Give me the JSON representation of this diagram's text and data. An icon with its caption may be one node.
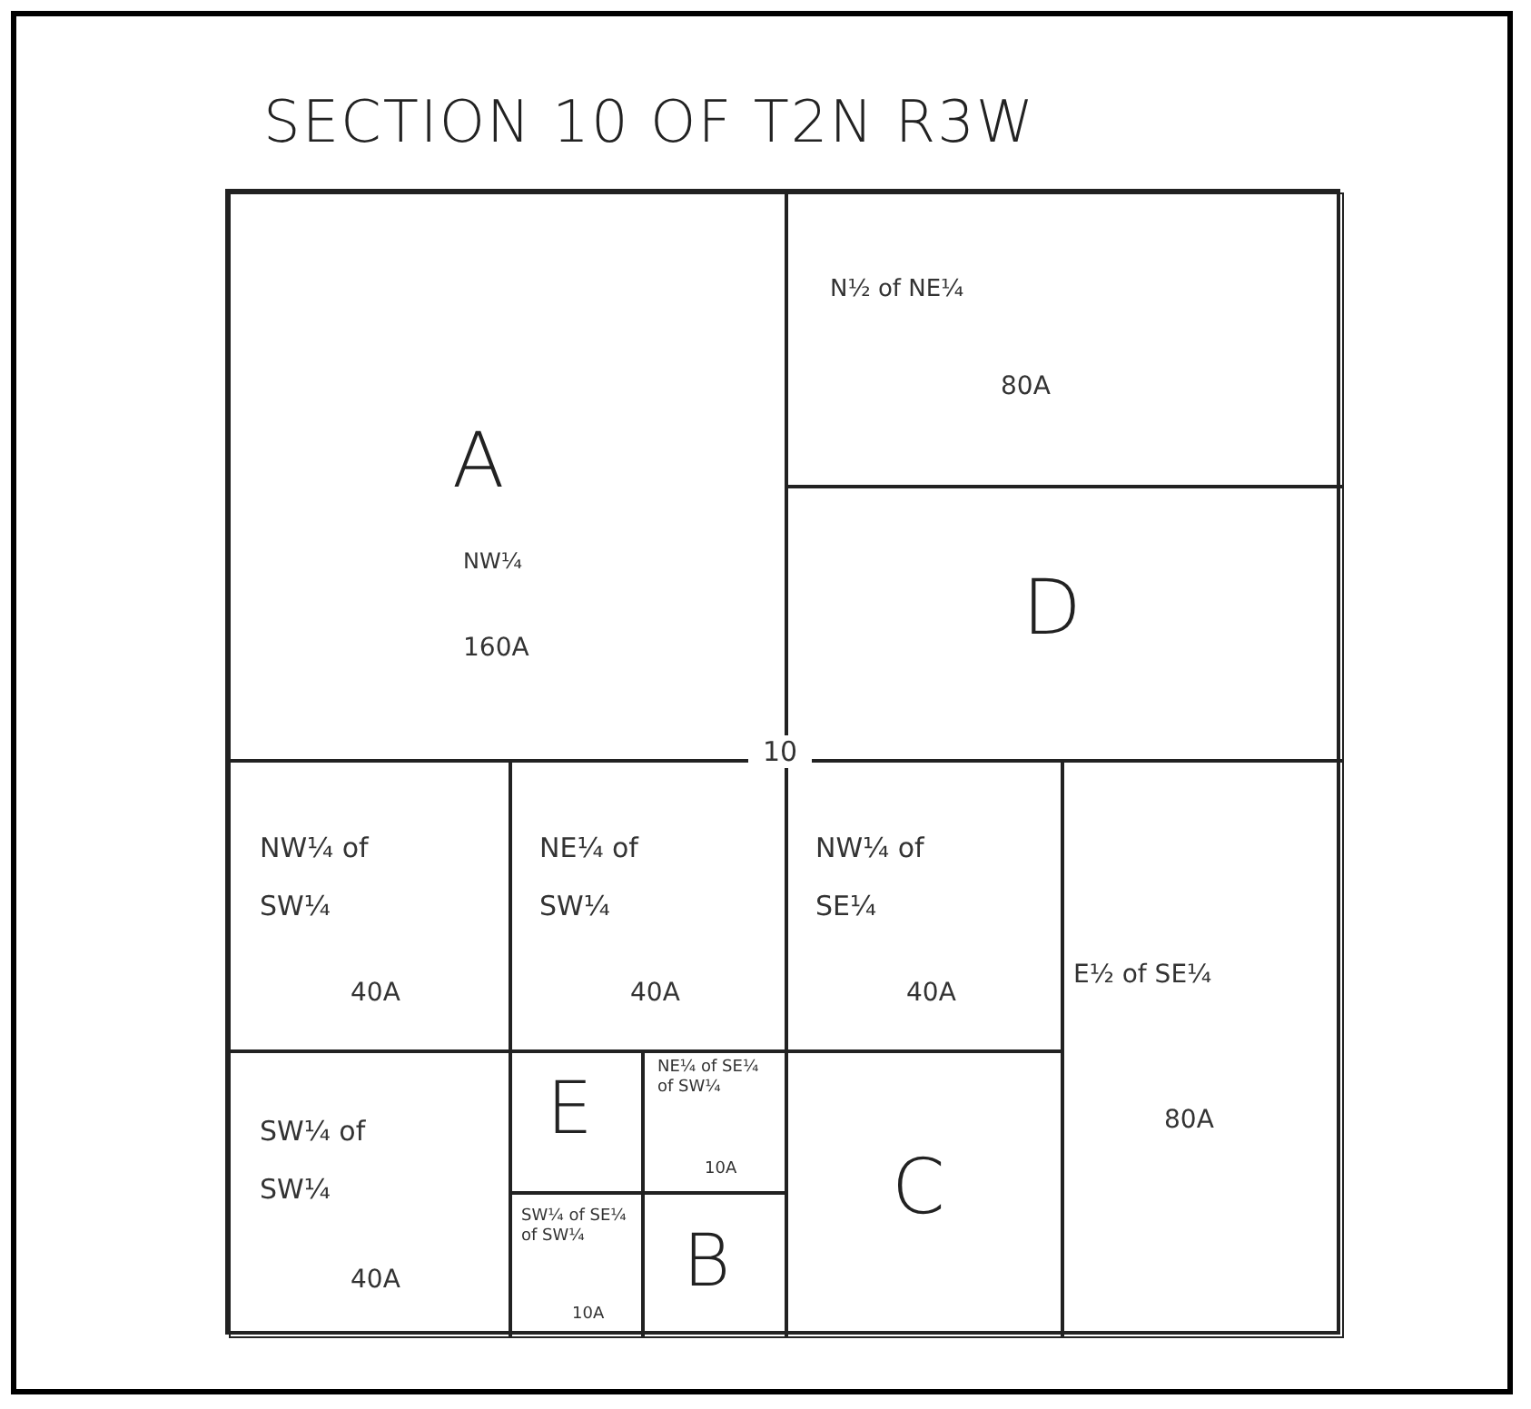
{
  "diagram": {
    "title": "SECTION 10 OF T2N R3W",
    "nodes": [
      {
        "text": [
          "A",
          "NW¼",
          "160A"
        ]
      },
      {
        "text": [
          "N½ of NE¼",
          "80A"
        ]
      },
      {
        "text": [
          "D"
        ]
      },
      {
        "text": [
          "NW¼ of SW¼",
          "40A"
        ]
      },
      {
        "text": [
          "NE¼ of SW¼",
          "40A"
        ]
      },
      {
        "text": [
          "NW¼ of SE¼",
          "40A"
        ]
      },
      {
        "text": [
          "E½ of SE¼",
          "80A"
        ]
      },
      {
        "text": [
          "SW¼ of SW¼",
          "40A"
        ]
      },
      {
        "text": [
          "E"
        ]
      },
      {
        "text": [
          "NE¼ of SE¼ of SW¼",
          "10A"
        ]
      },
      {
        "text": [
          "SW¼ of SE¼ of SW¼",
          "10A"
        ]
      },
      {
        "text": [
          "B"
        ]
      },
      {
        "text": [
          "C"
        ]
      }
    ],
    "edges": [],
    "labels": [
      "10"
    ]
  }
}
